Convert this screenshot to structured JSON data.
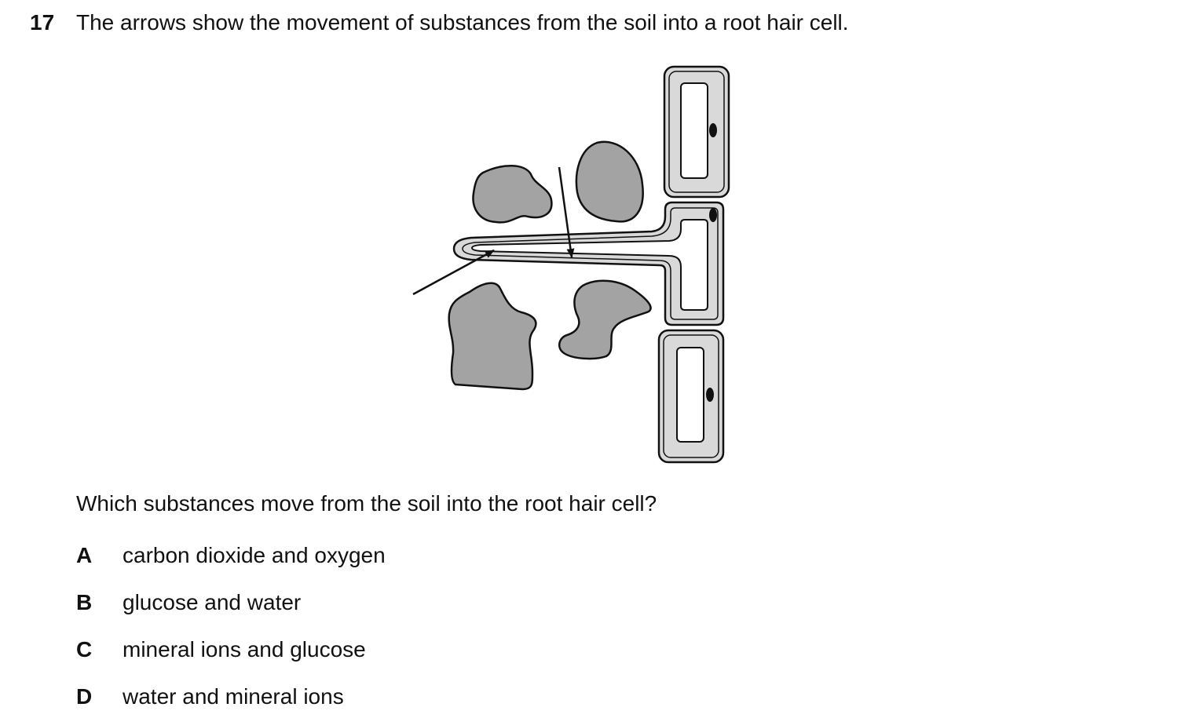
{
  "question": {
    "number": "17",
    "text": "The arrows show the movement of substances from the soil into a root hair cell.",
    "prompt": "Which substances move from the soil into the root hair cell?"
  },
  "options": [
    {
      "letter": "A",
      "text": "carbon dioxide and oxygen"
    },
    {
      "letter": "B",
      "text": "glucose and water"
    },
    {
      "letter": "C",
      "text": "mineral ions and glucose"
    },
    {
      "letter": "D",
      "text": "water and mineral ions"
    }
  ],
  "colors": {
    "soil_particle": "#a3a3a3",
    "cell_wall": "#d9d9d9",
    "vacuole": "#ffffff",
    "outline": "#111111"
  }
}
